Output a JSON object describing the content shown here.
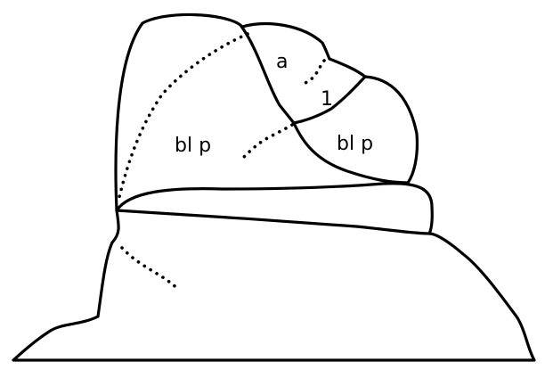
{
  "labels": {
    "a": "a",
    "one": "1",
    "blp_left": "bl p",
    "blp_right": "bl p"
  }
}
